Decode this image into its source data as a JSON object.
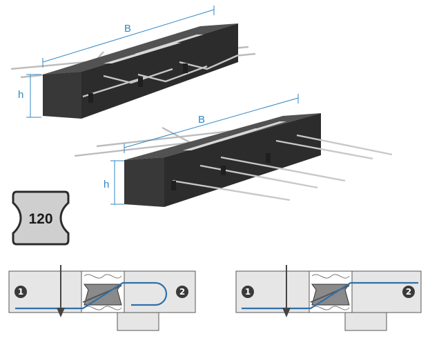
{
  "product_views": [
    {
      "width_label": "B",
      "height_label": "h"
    },
    {
      "width_label": "B",
      "height_label": "h"
    }
  ],
  "fire_rating": {
    "value": "120"
  },
  "sections": [
    {
      "left_marker": "1",
      "right_marker": "2",
      "variant": "looped-bar"
    },
    {
      "left_marker": "1",
      "right_marker": "2",
      "variant": "straight-bar"
    }
  ],
  "colors": {
    "box_top": "#4f4f4f",
    "box_front": "#3a3a3a",
    "box_side": "#2a2a2a",
    "dimension": "#2f86c4",
    "rebar": "#bcbcbc",
    "slab": "#e6e6e6",
    "slab_edge": "#555555",
    "tension_bar": "#2f6fa8",
    "insulation": "#8a8a8a"
  }
}
